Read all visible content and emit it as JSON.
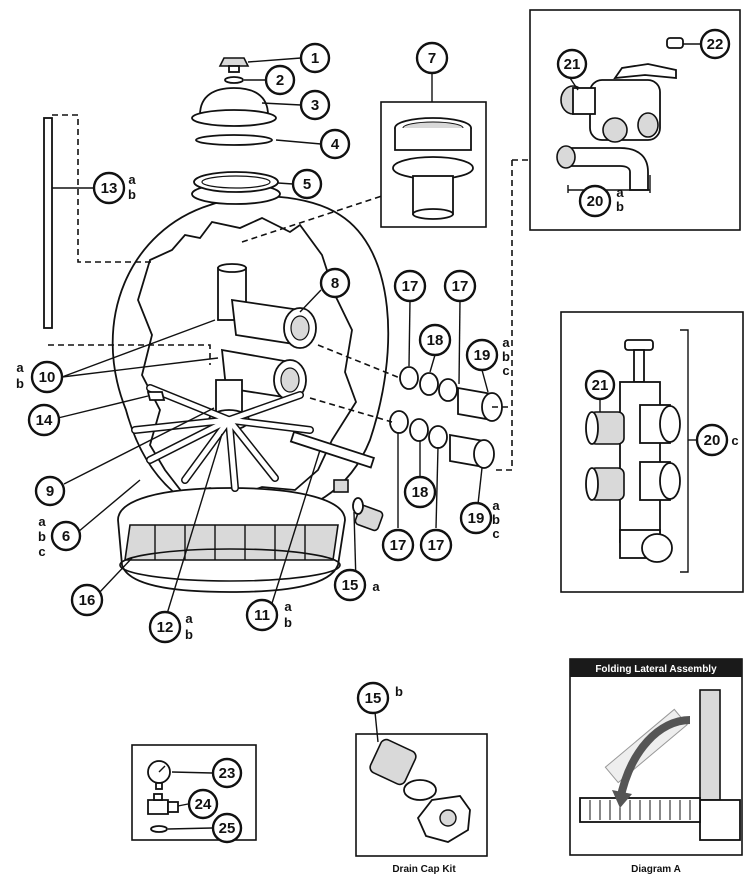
{
  "callouts": [
    {
      "id": "c1",
      "label": "1",
      "suffix": ""
    },
    {
      "id": "c2",
      "label": "2",
      "suffix": ""
    },
    {
      "id": "c3",
      "label": "3",
      "suffix": ""
    },
    {
      "id": "c4",
      "label": "4",
      "suffix": ""
    },
    {
      "id": "c5",
      "label": "5",
      "suffix": ""
    },
    {
      "id": "c6",
      "label": "6",
      "suffix": "a b c"
    },
    {
      "id": "c7",
      "label": "7",
      "suffix": ""
    },
    {
      "id": "c8",
      "label": "8",
      "suffix": ""
    },
    {
      "id": "c9",
      "label": "9",
      "suffix": ""
    },
    {
      "id": "c10",
      "label": "10",
      "suffix": "a b"
    },
    {
      "id": "c11",
      "label": "11",
      "suffix": "a b"
    },
    {
      "id": "c12",
      "label": "12",
      "suffix": "a b"
    },
    {
      "id": "c13",
      "label": "13",
      "suffix": "a b"
    },
    {
      "id": "c14",
      "label": "14",
      "suffix": ""
    },
    {
      "id": "c15a",
      "label": "15",
      "suffix": "a"
    },
    {
      "id": "c15b",
      "label": "15",
      "suffix": "b"
    },
    {
      "id": "c16",
      "label": "16",
      "suffix": ""
    },
    {
      "id": "c17a",
      "label": "17",
      "suffix": ""
    },
    {
      "id": "c17b",
      "label": "17",
      "suffix": ""
    },
    {
      "id": "c17c",
      "label": "17",
      "suffix": ""
    },
    {
      "id": "c17d",
      "label": "17",
      "suffix": ""
    },
    {
      "id": "c18a",
      "label": "18",
      "suffix": ""
    },
    {
      "id": "c18b",
      "label": "18",
      "suffix": ""
    },
    {
      "id": "c19a",
      "label": "19",
      "suffix": "a b c"
    },
    {
      "id": "c19b",
      "label": "19",
      "suffix": "a b c"
    },
    {
      "id": "c20ab",
      "label": "20",
      "suffix": "a b"
    },
    {
      "id": "c20c",
      "label": "20",
      "suffix": "c"
    },
    {
      "id": "c21a",
      "label": "21",
      "suffix": ""
    },
    {
      "id": "c21b",
      "label": "21",
      "suffix": ""
    },
    {
      "id": "c22",
      "label": "22",
      "suffix": ""
    },
    {
      "id": "c23",
      "label": "23",
      "suffix": ""
    },
    {
      "id": "c24",
      "label": "24",
      "suffix": ""
    },
    {
      "id": "c25",
      "label": "25",
      "suffix": ""
    }
  ],
  "captions": {
    "drain_cap_kit": "Drain Cap Kit",
    "diagram_a": "Diagram A",
    "folding_lateral_title": "Folding Lateral Assembly"
  },
  "colors": {
    "line": "#111111",
    "title_bar": "#1a1a1a",
    "shade": "#d9d9d9"
  }
}
